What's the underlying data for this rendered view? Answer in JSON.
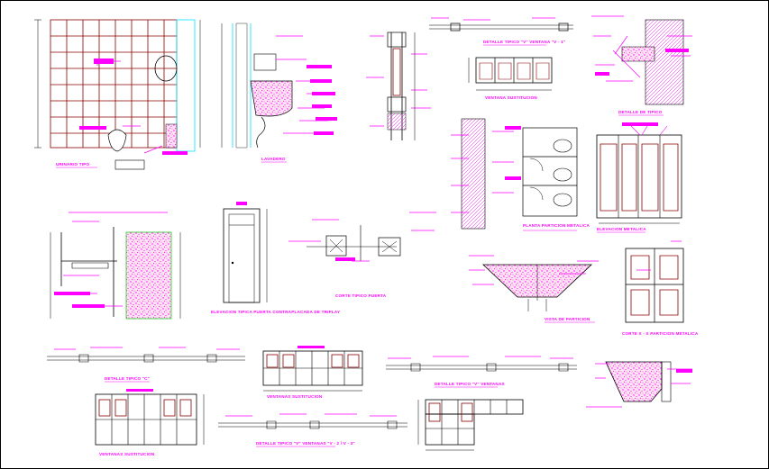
{
  "sheet": {
    "colors": {
      "background": "#ffffff",
      "annotation": "#ff00ff",
      "outline": "#8b0000",
      "line": "#000000",
      "accent_cyan": "#00e5ff",
      "accent_green": "#22cc22",
      "fill": "#ff66cc"
    }
  },
  "labels": {
    "urinario": "URINARIO TIPO",
    "lavadero": "LAVADERO",
    "detalle_v1": "DETALLE TIPICO \"V\" VENTANA \"V - 1\"",
    "ventana_sust_top": "VENTANA SUSTITUCION",
    "detalle_tipico_top": "DETALLE DE TIPICO",
    "planta_particion": "PLANTA PARTICION METALICA",
    "elevacion_metalica": "ELEVACION METALICA",
    "elevacion_puerta": "ELEVACION TIPICA PUERTA CONTRAPLACADA DE TRIPLAY",
    "corte_puerta": "CORTE TIPICO PUERTA",
    "vista_particion": "VISTA DE PARTICION",
    "corte_xx": "CORTE X - X PARTICION METALICA",
    "detalle_c": "DETALLE TIPICO \"C\"",
    "ventana_sust_mid": "VENTANAS SUSTITUCION",
    "detalle_v_ventana": "DETALLE TIPICO \"V\" VENTANAS",
    "ventana_sust_bottom": "VENTANAS SUSTITUCION",
    "detalle_v2_v3": "DETALLE TIPICO \"V\" VENTANAS \"V - 2 / V - 3\""
  }
}
